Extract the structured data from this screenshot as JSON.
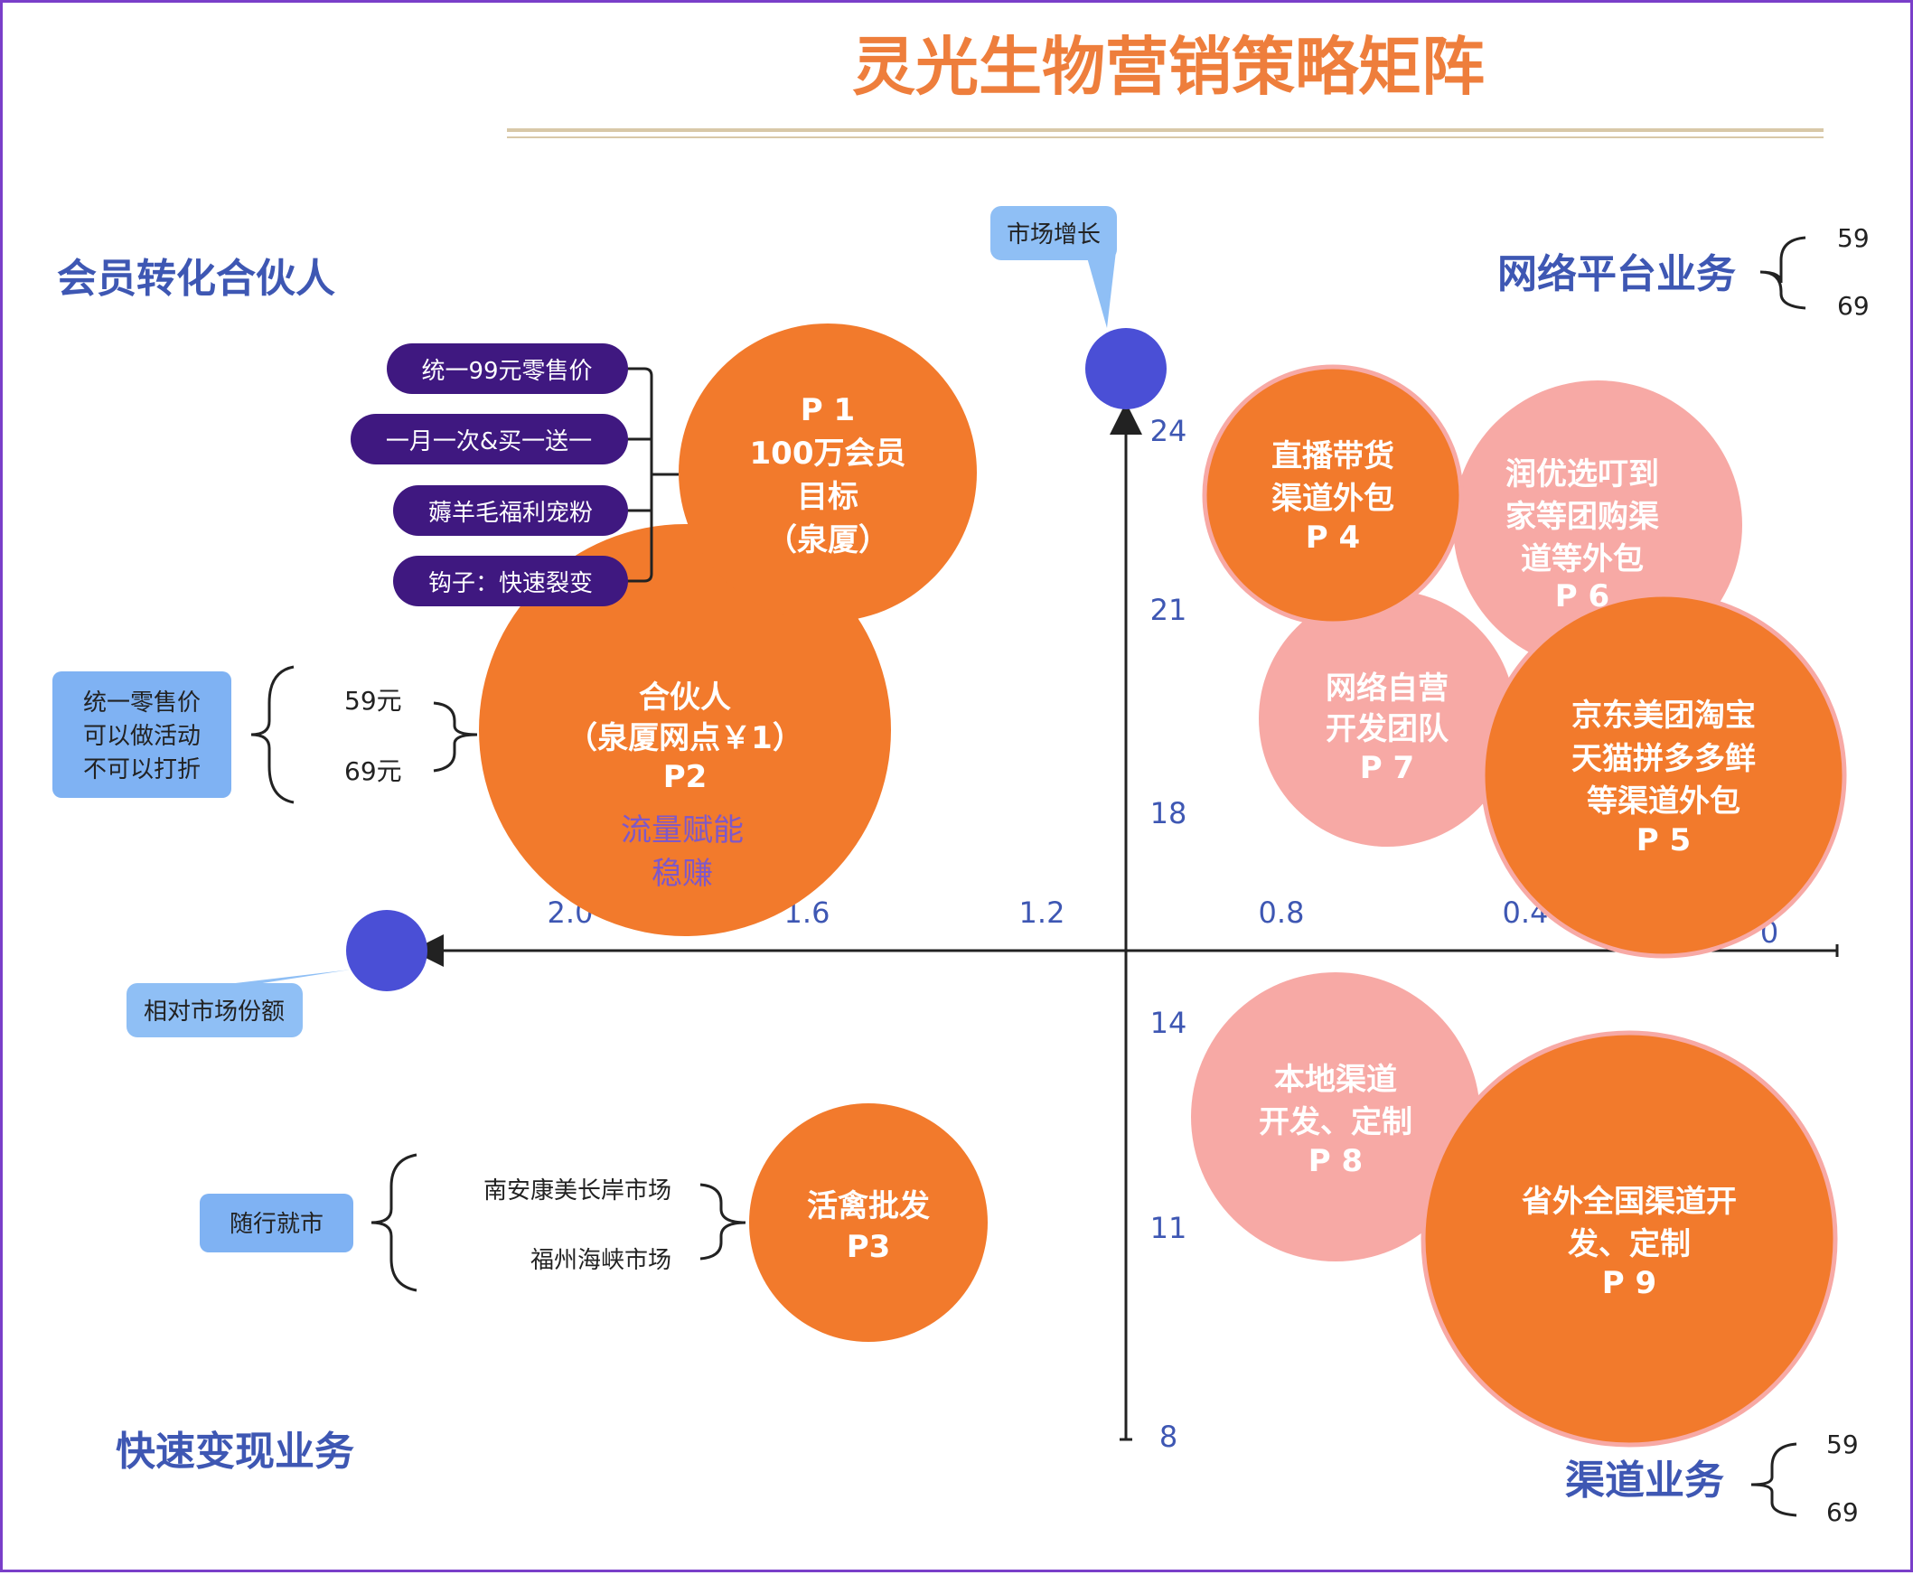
{
  "title": "灵光生物营销策略矩阵",
  "chart_data": {
    "type": "scatter",
    "x_axis": {
      "label": "相对市场份额",
      "ticks": [
        "2.0",
        "1.6",
        "1.2",
        "0.8",
        "0.4",
        "0.",
        "0"
      ]
    },
    "y_axis": {
      "label": "市场增长",
      "ticks": [
        "24",
        "21",
        "18",
        "14",
        "11",
        "8"
      ]
    },
    "quadrants": {
      "top_left": "会员转化合伙人",
      "top_right": "网络平台业务",
      "bottom_left": "快速变现业务",
      "bottom_right": "渠道业务"
    },
    "quadrant_prices": {
      "top_right": [
        "59",
        "69"
      ],
      "bottom_right": [
        "59",
        "69"
      ]
    },
    "bubbles": [
      {
        "id": "P1",
        "lines": [
          "P 1",
          "100万会员",
          "目标",
          "（泉厦）"
        ],
        "color": "#f27a2c"
      },
      {
        "id": "P2",
        "lines": [
          "合伙人",
          "（泉厦网点￥1）",
          "P2"
        ],
        "sub_lines": [
          "流量赋能",
          "稳赚"
        ],
        "color": "#f27a2c"
      },
      {
        "id": "P3",
        "lines": [
          "活禽批发",
          "P3"
        ],
        "color": "#f27a2c"
      },
      {
        "id": "P4",
        "lines": [
          "直播带货",
          "渠道外包",
          "P 4"
        ],
        "color": "#f27a2c"
      },
      {
        "id": "P5",
        "lines": [
          "京东美团淘宝",
          "天猫拼多多鲜",
          "等渠道外包",
          "P 5"
        ],
        "color": "#f27a2c"
      },
      {
        "id": "P6",
        "lines": [
          "润优选叮到",
          "家等团购渠",
          "道等外包",
          "P 6"
        ],
        "color": "#f7a9a5"
      },
      {
        "id": "P7",
        "lines": [
          "网络自营",
          "开发团队",
          "P 7"
        ],
        "color": "#f7a9a5"
      },
      {
        "id": "P8",
        "lines": [
          "本地渠道",
          "开发、定制",
          "P 8"
        ],
        "color": "#f7a9a5"
      },
      {
        "id": "P9",
        "lines": [
          "省外全国渠道开",
          "发、定制",
          "P 9"
        ],
        "color": "#f27a2c"
      }
    ]
  },
  "p1_tags": [
    "统一99元零售价",
    "一月一次&买一送一",
    "薅羊毛福利宠粉",
    "钩子：快速裂变"
  ],
  "p2_note": {
    "box_lines": [
      "统一零售价",
      "可以做活动",
      "不可以打折"
    ],
    "prices": [
      "59元",
      "69元"
    ]
  },
  "p3_note": {
    "box": "随行就市",
    "markets": [
      "南安康美长岸市场",
      "福州海峡市场"
    ]
  },
  "colors": {
    "orange": "#f27a2c",
    "pink": "#f7a9a5",
    "axis_dot": "#4a4fd6",
    "quad_text": "#3e57b3",
    "tag_bg": "#3f1880",
    "note_bg": "#7fb2f3"
  }
}
